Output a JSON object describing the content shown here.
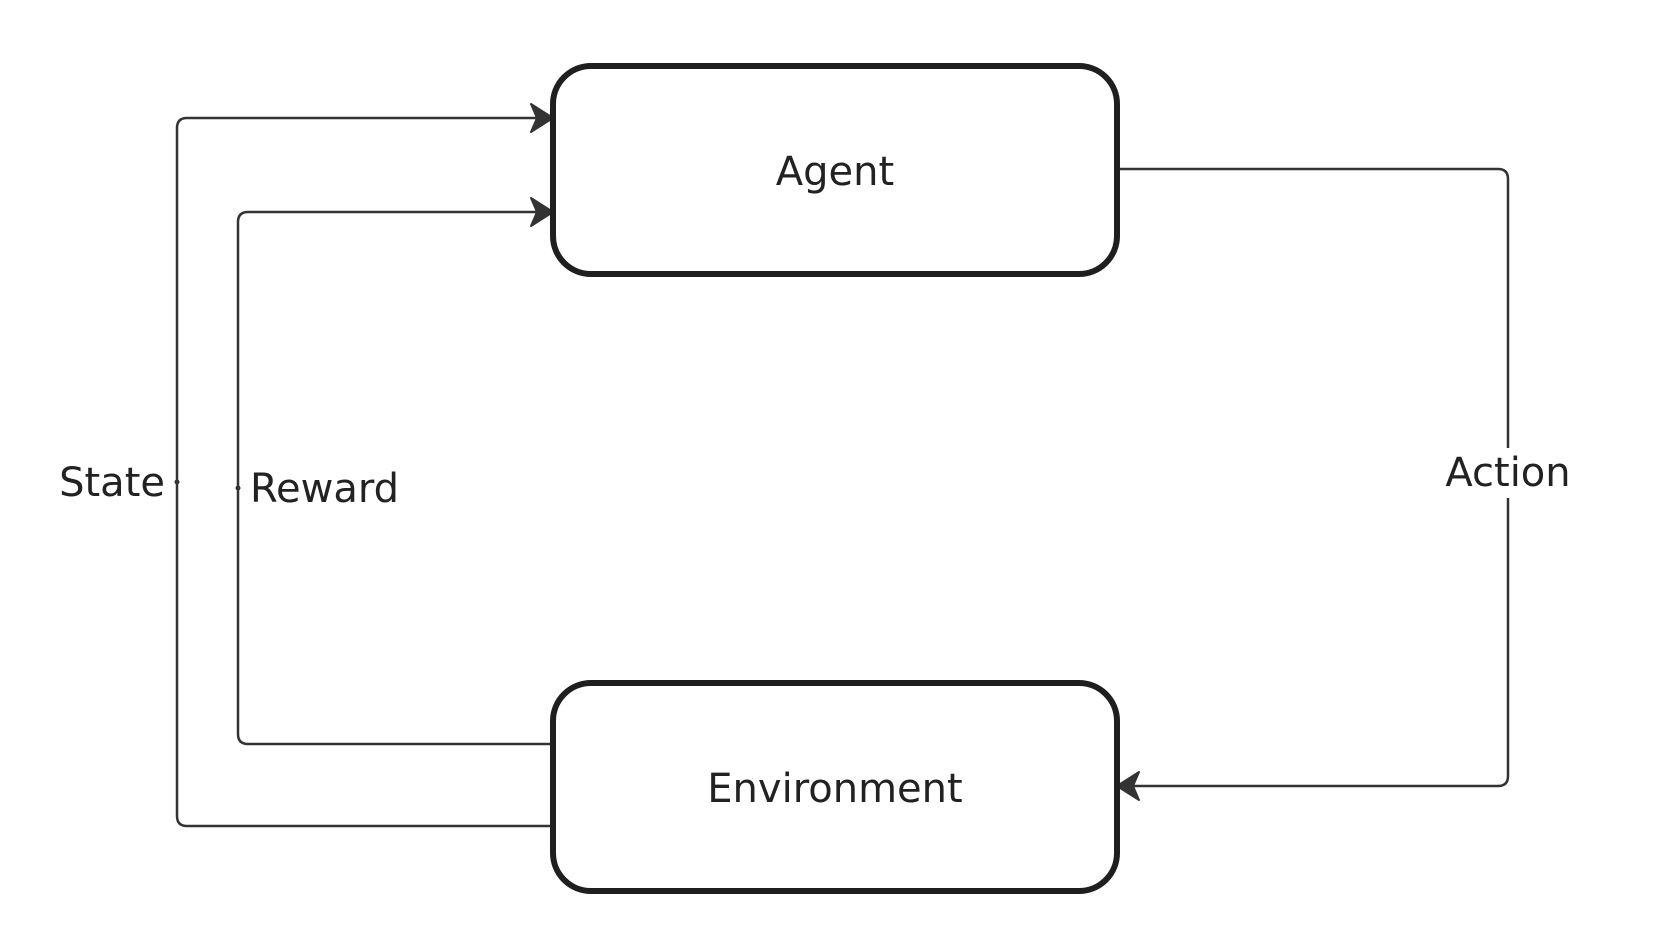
{
  "diagram": {
    "nodes": {
      "agent": {
        "label": "Agent"
      },
      "environment": {
        "label": "Environment"
      }
    },
    "edges": {
      "state": {
        "label": "State",
        "from": "Environment",
        "to": "Agent"
      },
      "reward": {
        "label": "Reward",
        "from": "Environment",
        "to": "Agent"
      },
      "action": {
        "label": "Action",
        "from": "Agent",
        "to": "Environment"
      }
    },
    "colors": {
      "stroke": "#1f1f1f",
      "text": "#222222",
      "background": "#ffffff"
    }
  }
}
